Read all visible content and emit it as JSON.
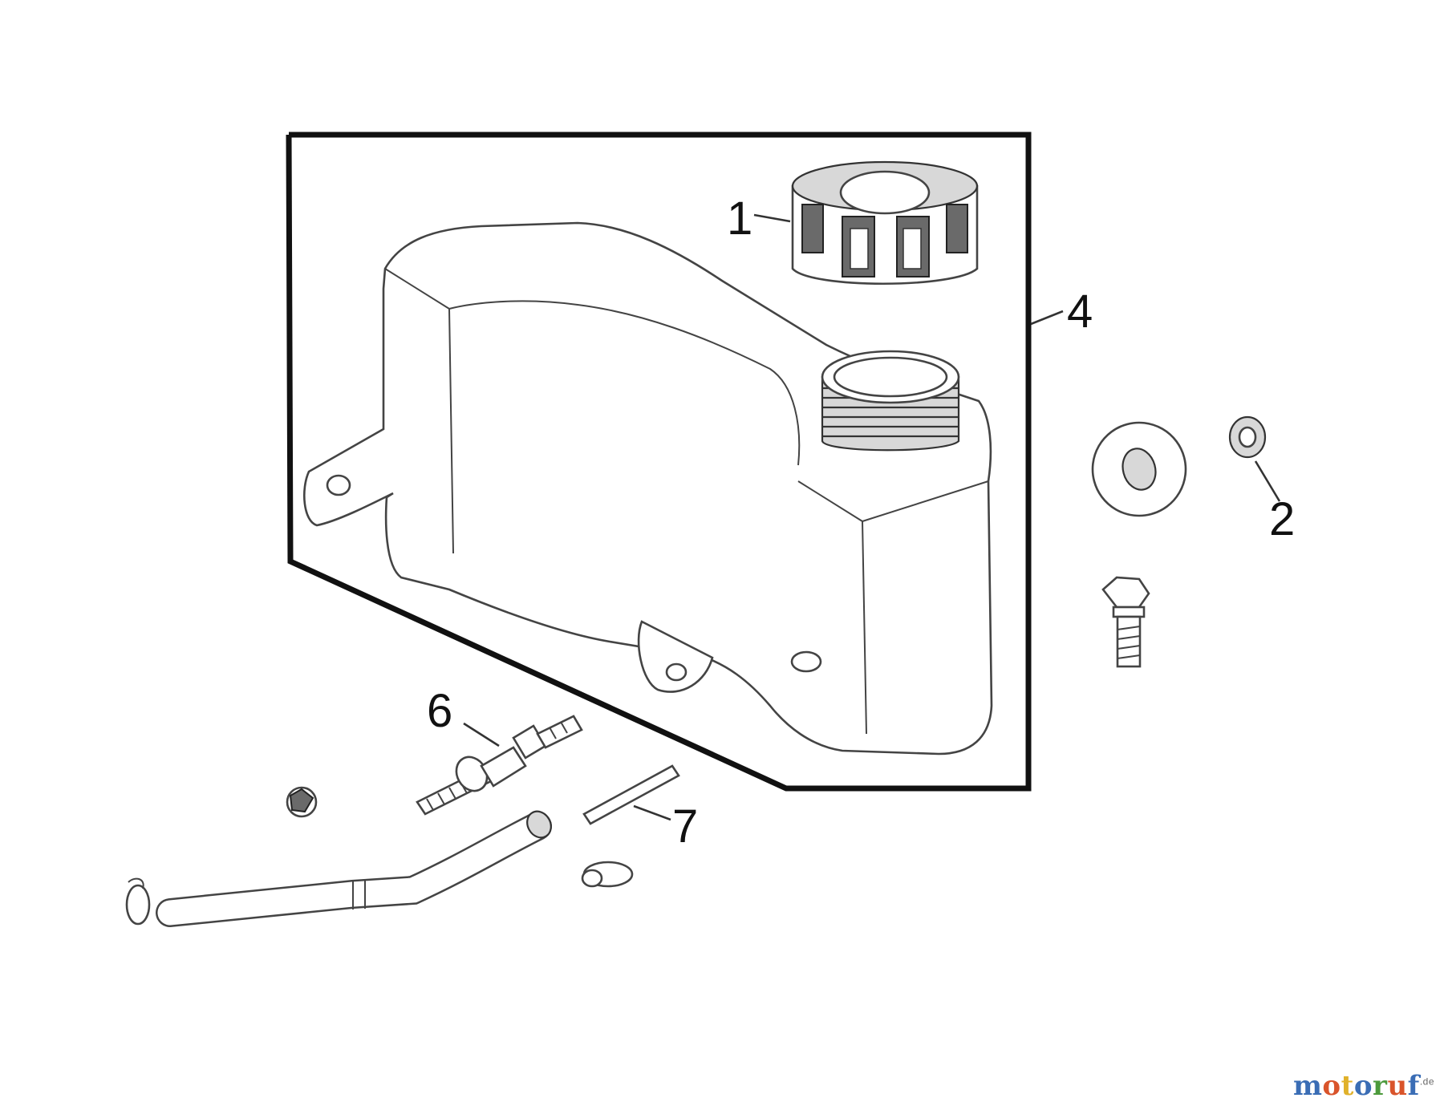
{
  "callouts": {
    "c1": "1",
    "c2": "2",
    "c4": "4",
    "c6": "6",
    "c7": "7"
  },
  "watermark": {
    "letters": [
      "m",
      "o",
      "t",
      "o",
      "r",
      "u",
      "f"
    ],
    "colors": [
      "#3a6db5",
      "#d9542b",
      "#e0b12a",
      "#3a6db5",
      "#4c9a3c",
      "#d9542b",
      "#3a6db5"
    ],
    "tld": ".de"
  }
}
